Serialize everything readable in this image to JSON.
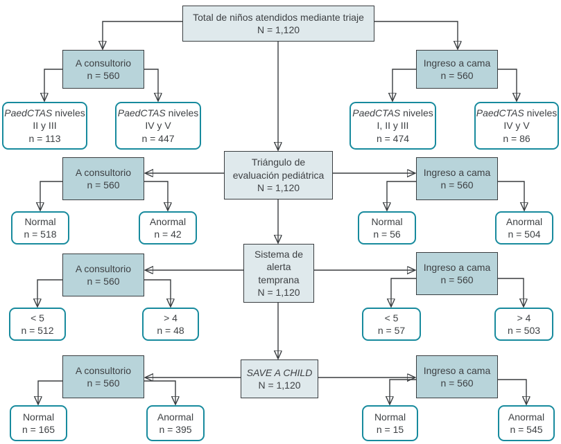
{
  "colors": {
    "center_fill": "#dfe9ec",
    "branch_fill": "#b8d4da",
    "leaf_border": "#178a9d",
    "line": "#383c3f",
    "text": "#3d4043"
  },
  "diagram": {
    "root": {
      "l1": "Total de niños atendidos mediante triaje",
      "l2": "N = 1,120"
    },
    "stage1": {
      "left": {
        "l1": "A consultorio",
        "l2": "n = 560"
      },
      "right": {
        "l1": "Ingreso a cama",
        "l2": "n = 560"
      },
      "leaves": [
        {
          "italic": "PaedCTAS",
          "rest": " niveles",
          "l2": "II y III",
          "l3": "n = 113"
        },
        {
          "italic": "PaedCTAS",
          "rest": " niveles",
          "l2": "IV y V",
          "l3": "n = 447"
        },
        {
          "italic": "PaedCTAS",
          "rest": " niveles",
          "l2": "I, II y III",
          "l3": "n = 474"
        },
        {
          "italic": "PaedCTAS",
          "rest": " niveles",
          "l2": "IV y V",
          "l3": "n = 86"
        }
      ]
    },
    "stage2": {
      "center": {
        "l1": "Triángulo de",
        "l2": "evaluación pediátrica",
        "l3": "N = 1,120"
      },
      "left": {
        "l1": "A consultorio",
        "l2": "n = 560"
      },
      "right": {
        "l1": "Ingreso a cama",
        "l2": "n = 560"
      },
      "leaves": [
        {
          "l1": "Normal",
          "l2": "n = 518"
        },
        {
          "l1": "Anormal",
          "l2": "n = 42"
        },
        {
          "l1": "Normal",
          "l2": "n = 56"
        },
        {
          "l1": "Anormal",
          "l2": "n = 504"
        }
      ]
    },
    "stage3": {
      "center": {
        "l1": "Sistema de",
        "l2": "alerta",
        "l3": "temprana",
        "l4": "N = 1,120"
      },
      "left": {
        "l1": "A consultorio",
        "l2": "n = 560"
      },
      "right": {
        "l1": "Ingreso a cama",
        "l2": "n = 560"
      },
      "leaves": [
        {
          "l1": "< 5",
          "l2": "n = 512"
        },
        {
          "l1": "> 4",
          "l2": "n = 48"
        },
        {
          "l1": "< 5",
          "l2": "n = 57"
        },
        {
          "l1": "> 4",
          "l2": "n = 503"
        }
      ]
    },
    "stage4": {
      "center": {
        "l1": "SAVE A CHILD",
        "l2": "N = 1,120"
      },
      "left": {
        "l1": "A consultorio",
        "l2": "n = 560"
      },
      "right": {
        "l1": "Ingreso a cama",
        "l2": "n = 560"
      },
      "leaves": [
        {
          "l1": "Normal",
          "l2": "n = 165"
        },
        {
          "l1": "Anormal",
          "l2": "n = 395"
        },
        {
          "l1": "Normal",
          "l2": "n = 15"
        },
        {
          "l1": "Anormal",
          "l2": "n = 545"
        }
      ]
    }
  }
}
